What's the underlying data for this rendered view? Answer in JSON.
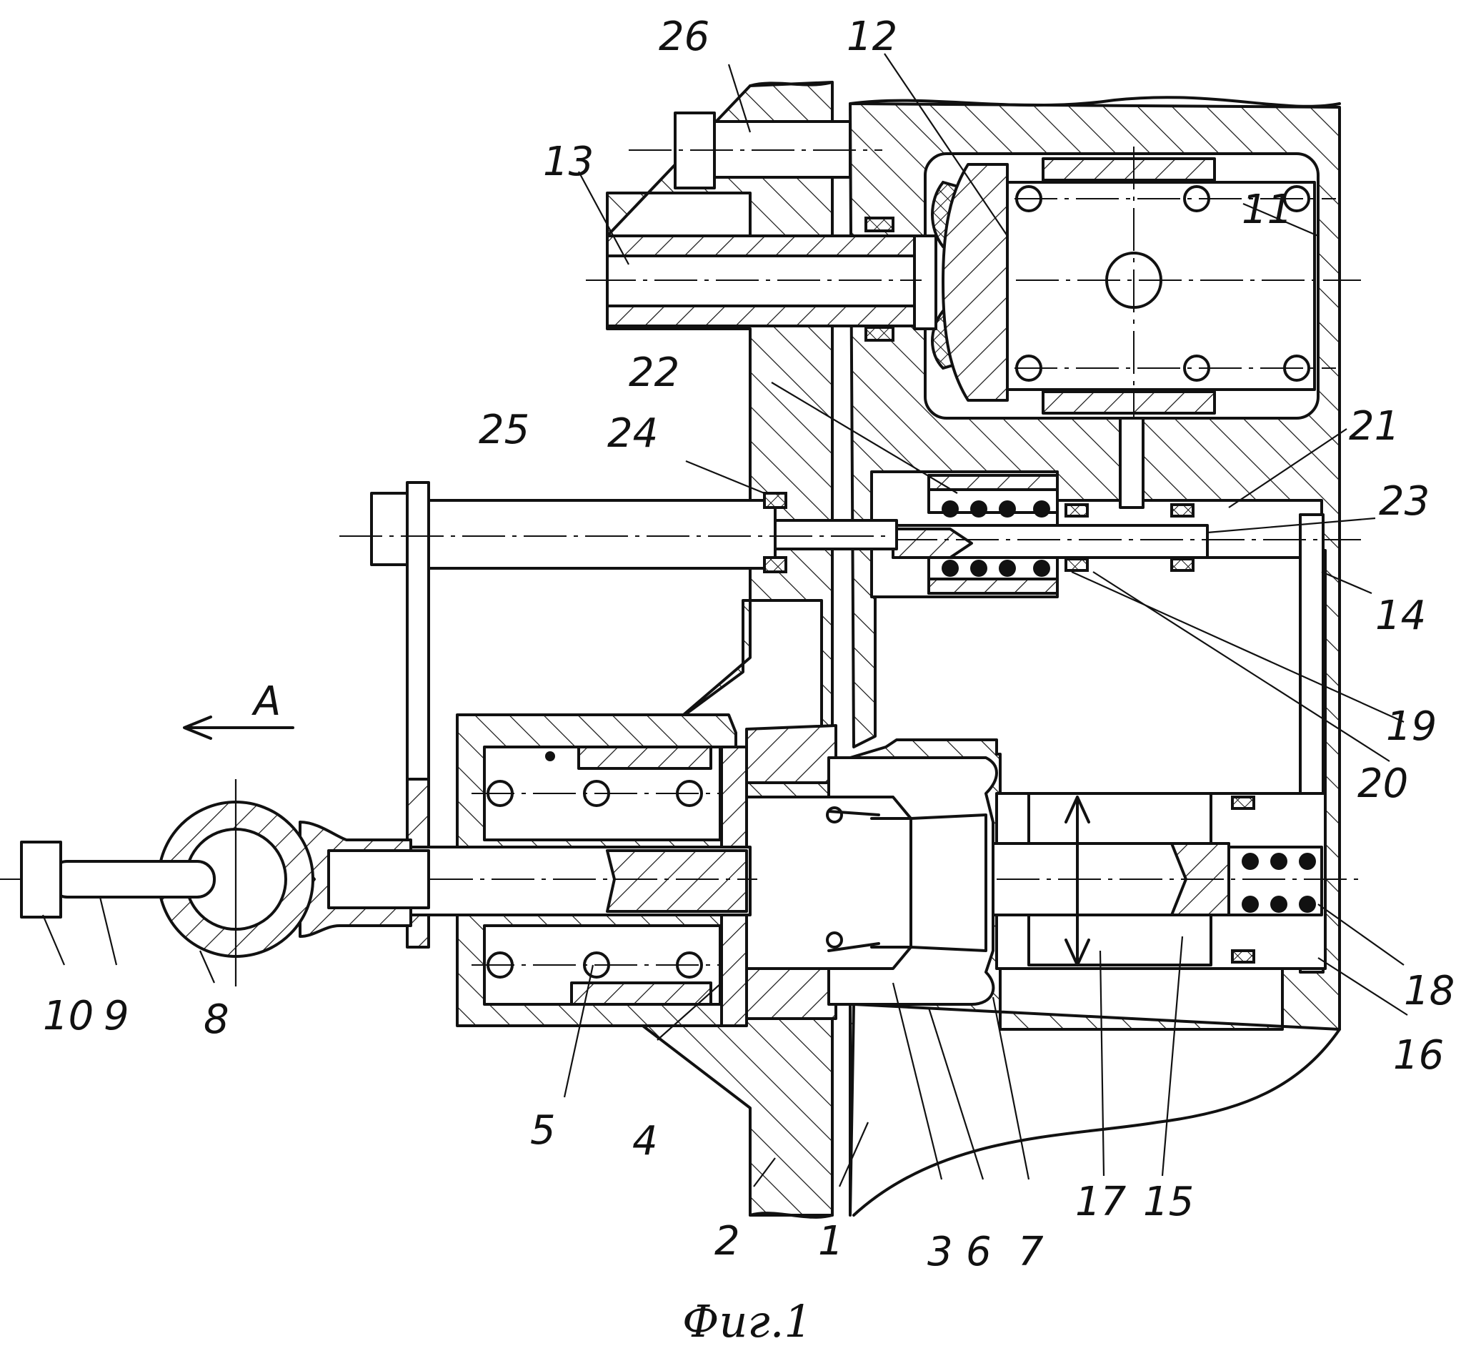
{
  "labels": {
    "l1": "1",
    "l2": "2",
    "l3": "3",
    "l4": "4",
    "l5": "5",
    "l6": "6",
    "l7": "7",
    "l8": "8",
    "l9": "9",
    "l10": "10",
    "l11": "11",
    "l12": "12",
    "l13": "13",
    "l14": "14",
    "l15": "15",
    "l16": "16",
    "l17": "17",
    "l18": "18",
    "l19": "19",
    "l20": "20",
    "l21": "21",
    "l22": "22",
    "l23": "23",
    "l24": "24",
    "l25": "25",
    "l26": "26"
  },
  "view_arrow": "A",
  "caption": "Фиг.1"
}
